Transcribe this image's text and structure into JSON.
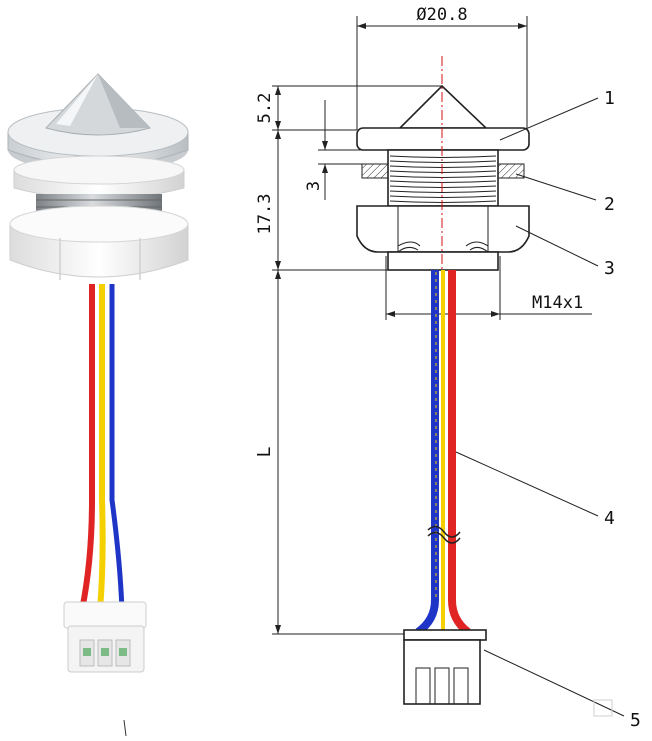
{
  "drawing": {
    "dimensions": {
      "diameter": "Ø20.8",
      "lens_height": "5.2",
      "washer_thickness": "3",
      "body_height": "17.3",
      "thread": "M14x1",
      "cable_length": "L"
    },
    "callouts": [
      "1",
      "2",
      "3",
      "4",
      "5"
    ]
  },
  "colors": {
    "wire_red": "#e02424",
    "wire_yellow": "#f5d000",
    "wire_blue": "#1f35c8",
    "nut_white": "#f2f2f2",
    "lens_clear": "#e3e6e8",
    "connector_white": "#f4f4f4"
  }
}
